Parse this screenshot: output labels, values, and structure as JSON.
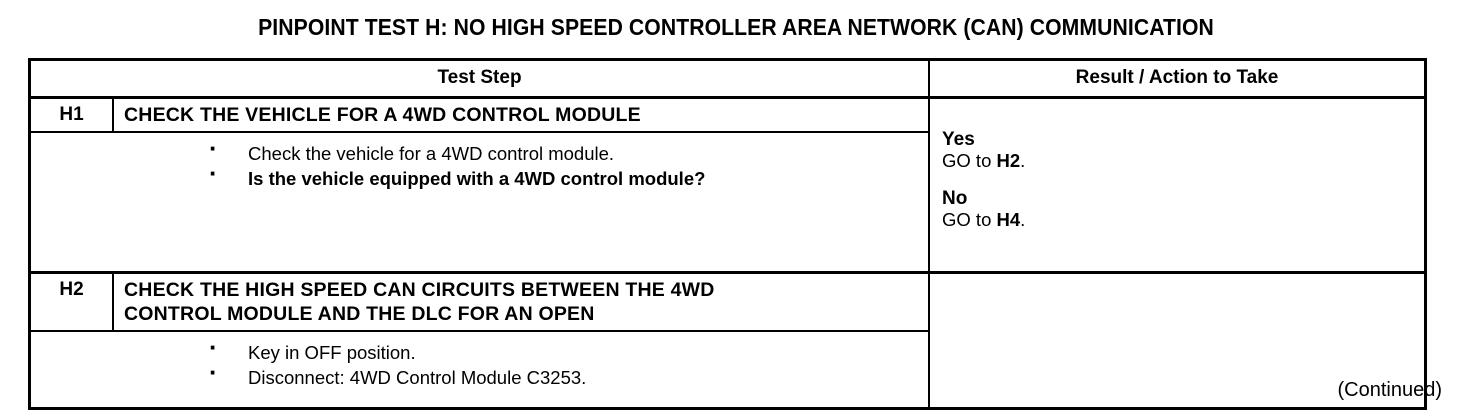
{
  "document": {
    "title": "PINPOINT TEST H: NO HIGH SPEED CONTROLLER AREA NETWORK (CAN) COMMUNICATION",
    "footer_note": "(Continued)"
  },
  "table": {
    "headers": {
      "test_step": "Test Step",
      "result_action": "Result / Action to Take"
    },
    "steps": [
      {
        "id": "H1",
        "heading_lines": [
          "CHECK THE VEHICLE FOR A 4WD CONTROL MODULE"
        ],
        "bullets": [
          {
            "text": "Check the vehicle for a 4WD control module.",
            "bold": false
          },
          {
            "text": "Is the vehicle equipped with a 4WD control module?",
            "bold": true
          }
        ],
        "results": [
          {
            "answer": "Yes",
            "action_prefix": "GO to ",
            "action_target": "H2",
            "action_suffix": "."
          },
          {
            "answer": "No",
            "action_prefix": "GO to ",
            "action_target": "H4",
            "action_suffix": "."
          }
        ]
      },
      {
        "id": "H2",
        "heading_lines": [
          "CHECK THE HIGH SPEED CAN CIRCUITS BETWEEN THE 4WD",
          "CONTROL MODULE AND THE DLC FOR AN OPEN"
        ],
        "bullets": [
          {
            "text": "Key in OFF position.",
            "bold": false
          },
          {
            "text": "Disconnect: 4WD Control Module C3253.",
            "bold": false
          }
        ],
        "results": []
      }
    ]
  },
  "colors": {
    "ink": "#000000",
    "paper": "#ffffff"
  }
}
